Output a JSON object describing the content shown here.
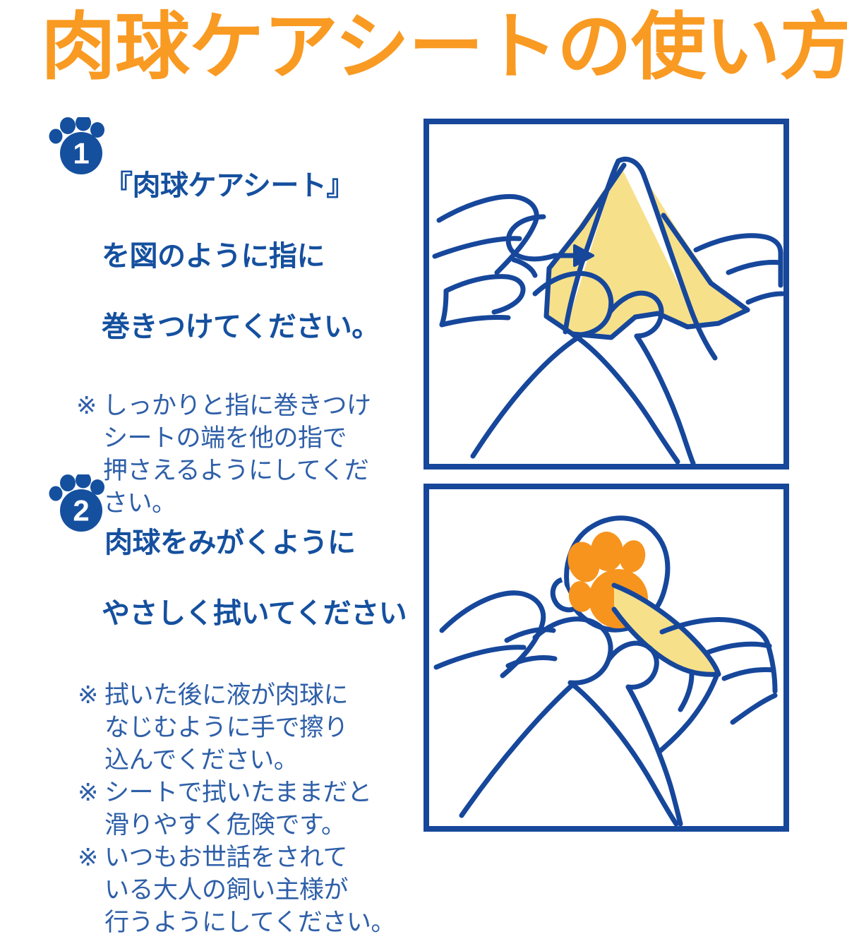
{
  "page": {
    "title": "肉球ケアシートの使い方",
    "background_color": "#ffffff"
  },
  "colors": {
    "title_orange": "#F99A23",
    "heading_blue": "#15509F",
    "note_blue": "#2E5FA8",
    "line_blue": "#16479B",
    "sheet_yellow": "#F7E08A",
    "paw_orange": "#F7941E"
  },
  "steps": [
    {
      "badge_number": "1",
      "badge_icon": "paw-print-icon",
      "heading_line_1": "『肉球ケアシート』",
      "heading_line_2": "を図のように指に",
      "heading_line_3": "巻きつけてください。",
      "notes": [
        {
          "mark": "※",
          "text": "しっかりと指に巻きつけ\nシートの端を他の指で\n押さえるようにしてくだ\nさい。"
        }
      ],
      "illustration": {
        "name": "finger-wrapped-with-sheet-illustration",
        "description": "指に肉球ケアシートを巻きつける図",
        "arrow": "curved-wrap-arrow-icon"
      }
    },
    {
      "badge_number": "2",
      "badge_icon": "paw-print-icon",
      "heading_line_1": "肉球をみがくように",
      "heading_line_2": "やさしく拭いてください",
      "notes": [
        {
          "mark": "※",
          "text": "拭いた後に液が肉球に\nなじむように手で擦り\n込んでください。"
        },
        {
          "mark": "※",
          "text": "シートで拭いたままだと\n滑りやすく危険です。"
        },
        {
          "mark": "※",
          "text": "いつもお世話をされて\nいる大人の飼い主様が\n行うようにしてください。"
        }
      ],
      "illustration": {
        "name": "wiping-paw-pad-illustration",
        "description": "肉球をシートを巻いた指で拭く図"
      }
    }
  ]
}
